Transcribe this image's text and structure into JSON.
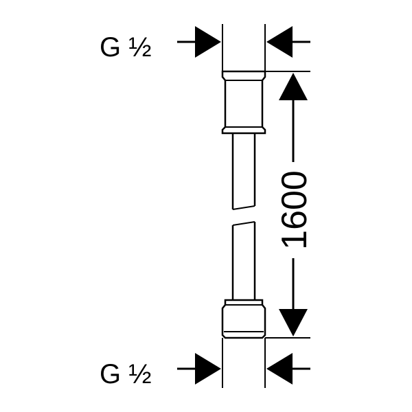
{
  "drawing": {
    "top_connection": {
      "label": "G ½"
    },
    "bottom_connection": {
      "label": "G ½"
    },
    "length": {
      "label": "1600"
    }
  },
  "colors": {
    "ink": "#000000",
    "background": "#ffffff"
  }
}
